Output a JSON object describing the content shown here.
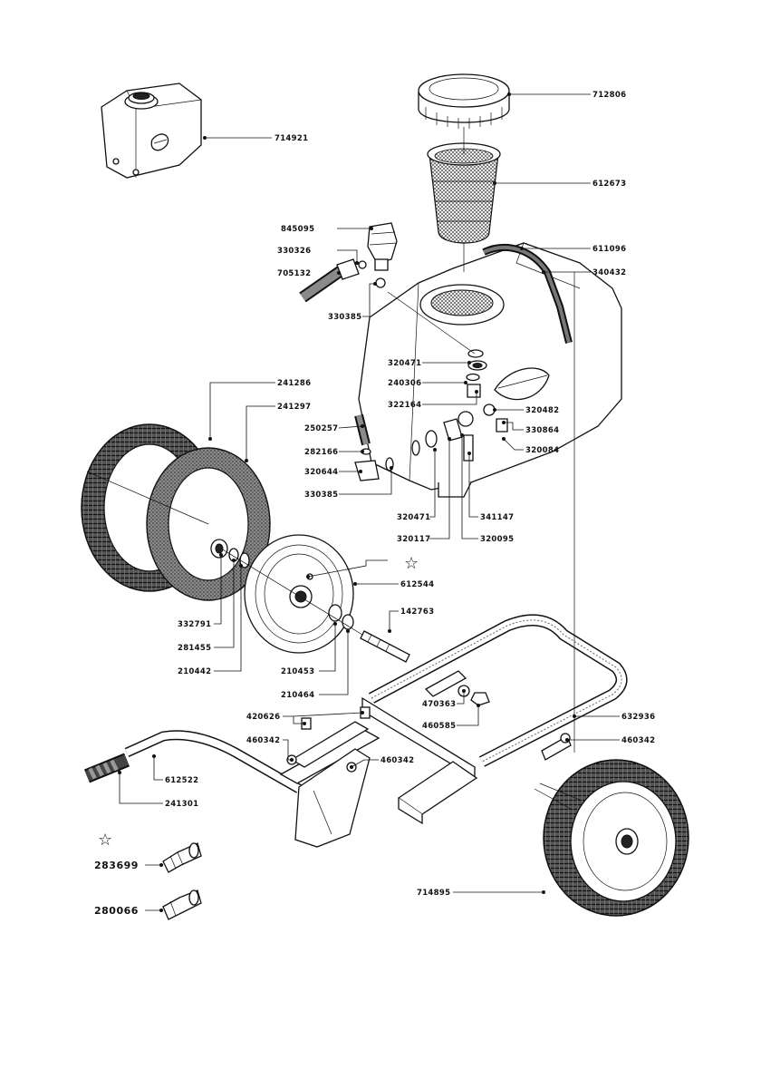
{
  "parts": {
    "p714921": "714921",
    "p712806": "712806",
    "p612673": "612673",
    "p845095": "845095",
    "p330326": "330326",
    "p705132": "705132",
    "p330385a": "330385",
    "p611096": "611096",
    "p340432": "340432",
    "p320471a": "320471",
    "p240306": "240306",
    "p322164": "322164",
    "p320482": "320482",
    "p330864": "330864",
    "p320084": "320084",
    "p241286": "241286",
    "p241297": "241297",
    "p250257": "250257",
    "p282166": "282166",
    "p320644": "320644",
    "p330385b": "330385",
    "p320471b": "320471",
    "p320117": "320117",
    "p341147": "341147",
    "p320095": "320095",
    "p612544": "612544",
    "p142763": "142763",
    "p332791": "332791",
    "p281455": "281455",
    "p210442": "210442",
    "p210453": "210453",
    "p210464": "210464",
    "p470363": "470363",
    "p460585": "460585",
    "p420626": "420626",
    "p632936": "632936",
    "p460342a": "460342",
    "p460342b": "460342",
    "p460342c": "460342",
    "p612522": "612522",
    "p241301": "241301",
    "p283699": "283699",
    "p280066": "280066",
    "p714895": "714895"
  },
  "symbols": {
    "star": "☆"
  }
}
